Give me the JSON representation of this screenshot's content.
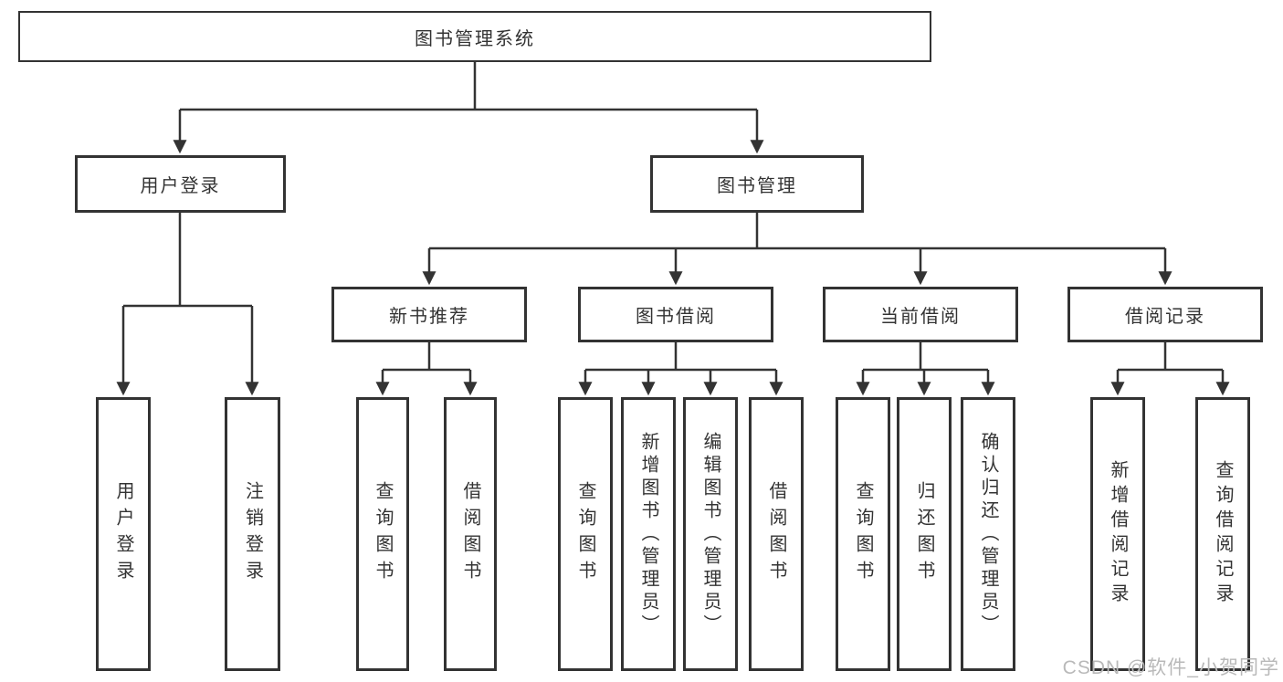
{
  "diagram": {
    "title": "图书管理系统",
    "branches": {
      "user_login": "用户登录",
      "book_management": "图书管理"
    },
    "modules": {
      "new_book_recommend": "新书推荐",
      "book_borrow": "图书借阅",
      "current_borrow": "当前借阅",
      "borrow_record": "借阅记录"
    },
    "leaves": {
      "user_login": [
        "用户登录",
        "注销登录"
      ],
      "new_book_recommend": [
        "查询图书",
        "借阅图书"
      ],
      "book_borrow": [
        "查询图书",
        "新增图书（管理员）",
        "编辑图书（管理员）",
        "借阅图书"
      ],
      "current_borrow": [
        "查询图书",
        "归还图书",
        "确认归还（管理员）"
      ],
      "borrow_record": [
        "新增借阅记录",
        "查询借阅记录"
      ]
    }
  },
  "watermark": "CSDN @软件_小贺同学",
  "colors": {
    "line": "#333333",
    "box_border": "#333333",
    "text": "#333333",
    "background": "#ffffff",
    "watermark": "#b9b9b9"
  }
}
